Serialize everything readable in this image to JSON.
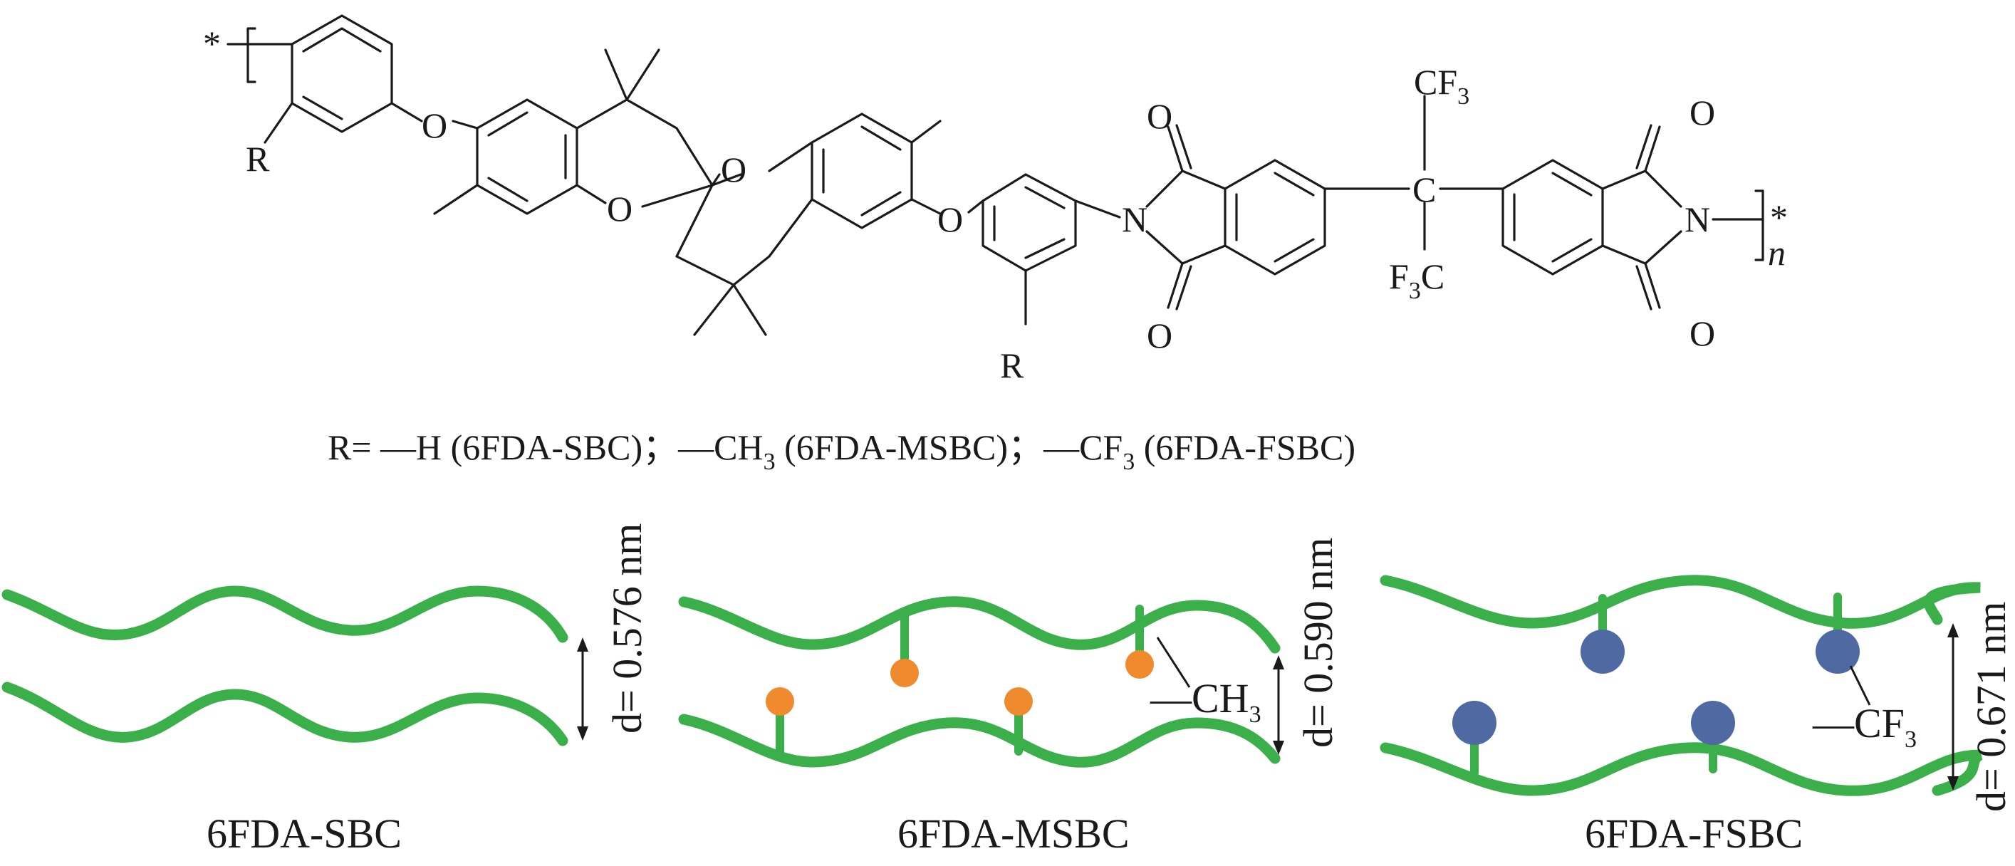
{
  "structure": {
    "r_label": "R",
    "o_label": "O",
    "n_label": "N",
    "c_label": "C",
    "cf3_label": "CF",
    "f3c_label": "F",
    "three": "3",
    "f3c_tail": "C",
    "star": "*",
    "n_subscript": "n"
  },
  "r_definition": {
    "prefix": "R= —H (6FDA-SBC)；",
    "ch3_main": "—CH",
    "ch3_sub": "3",
    "ch3_tail": " (6FDA-MSBC)；",
    "cf3_main": "—CF",
    "cf3_sub": "3",
    "cf3_tail": " (6FDA-FSBC)"
  },
  "panels": [
    {
      "name": "6FDA-SBC",
      "d_spacing": "d= 0.576 nm",
      "d_value_nm": 0.576,
      "group_label": ""
    },
    {
      "name": "6FDA-MSBC",
      "d_spacing": "d= 0.590 nm",
      "d_value_nm": 0.59,
      "group_label": "—CH",
      "group_sub": "3",
      "side_group_color": "#ef8a2e"
    },
    {
      "name": "6FDA-FSBC",
      "d_spacing": "d= 0.671 nm",
      "d_value_nm": 0.671,
      "group_label": "—CF",
      "group_sub": "3",
      "side_group_color": "#4f6aa3"
    }
  ],
  "colors": {
    "chain": "#3bb04a",
    "methyl": "#ef8a2e",
    "trifluoromethyl": "#4f6aa3"
  }
}
